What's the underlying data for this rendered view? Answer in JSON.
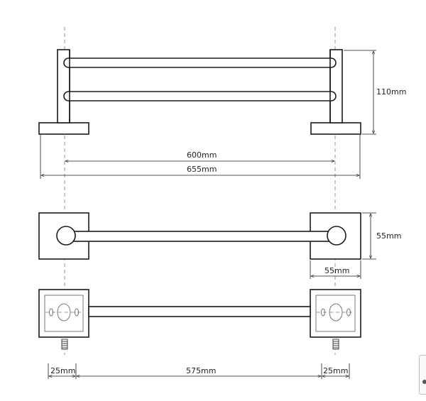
{
  "dimensions": {
    "height_110": "110mm",
    "width_600": "600mm",
    "width_655": "655mm",
    "depth_55": "55mm",
    "base_55": "55mm",
    "offset_left_25": "25mm",
    "span_575": "575mm",
    "offset_right_25": "25mm"
  },
  "colors": {
    "line": "#1a1a1a",
    "dash": "#777777",
    "background": "#ffffff"
  },
  "views": [
    "front-elevation",
    "top-view",
    "mounting-view"
  ],
  "widget_icon": "corner-widget-icon"
}
